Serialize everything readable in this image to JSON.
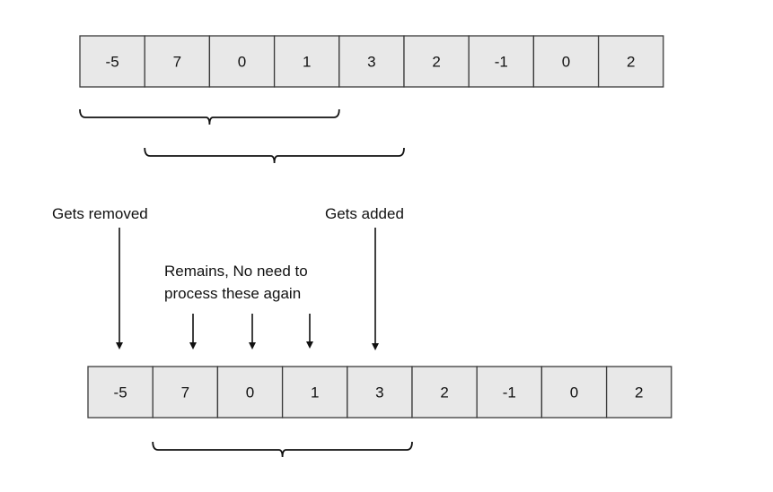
{
  "diagram": {
    "arrays": [
      {
        "values": [
          "-5",
          "7",
          "0",
          "1",
          "3",
          "2",
          "-1",
          "0",
          "2"
        ]
      },
      {
        "values": [
          "-5",
          "7",
          "0",
          "1",
          "3",
          "2",
          "-1",
          "0",
          "2"
        ]
      }
    ],
    "labels": {
      "removed": "Gets removed",
      "added": "Gets added",
      "remains_line1": "Remains, No need to",
      "remains_line2": "process these again"
    },
    "windows": [
      {
        "array": 0,
        "start": 0,
        "end": 3
      },
      {
        "array": 0,
        "start": 1,
        "end": 4
      },
      {
        "array": 1,
        "start": 1,
        "end": 4
      }
    ],
    "colors": {
      "cell_fill": "#e8e8e8",
      "cell_border": "#3a3a3a",
      "ink": "#111111"
    }
  }
}
